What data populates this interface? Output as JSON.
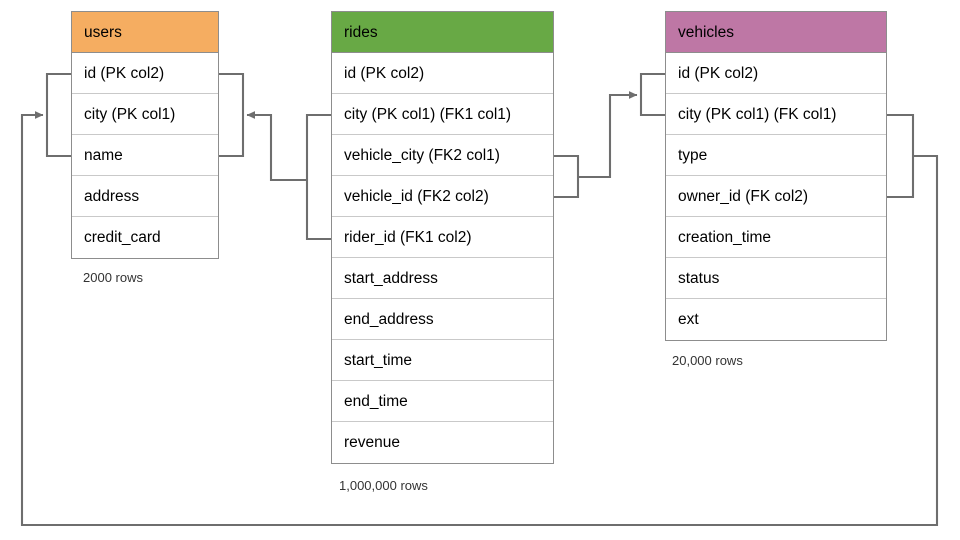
{
  "diagram": {
    "title": "database-schema-erd",
    "line_color": "#6e6e6e",
    "border_color": "#8d8d8d"
  },
  "tables": [
    {
      "key": "users",
      "name": "users",
      "header_color": "#f5ad61",
      "row_count_label": "2000 rows",
      "columns": [
        {
          "label": "id (PK col2)"
        },
        {
          "label": "city (PK col1)"
        },
        {
          "label": "name"
        },
        {
          "label": "address"
        },
        {
          "label": "credit_card"
        }
      ]
    },
    {
      "key": "rides",
      "name": "rides",
      "header_color": "#68a945",
      "row_count_label": "1,000,000 rows",
      "columns": [
        {
          "label": "id (PK col2)"
        },
        {
          "label": "city (PK col1) (FK1 col1)"
        },
        {
          "label": "vehicle_city (FK2 col1)"
        },
        {
          "label": "vehicle_id (FK2 col2)"
        },
        {
          "label": "rider_id (FK1 col2)"
        },
        {
          "label": "start_address"
        },
        {
          "label": "end_address"
        },
        {
          "label": "start_time"
        },
        {
          "label": "end_time"
        },
        {
          "label": "revenue"
        }
      ]
    },
    {
      "key": "vehicles",
      "name": "vehicles",
      "header_color": "#be77a5",
      "row_count_label": "20,000 rows",
      "columns": [
        {
          "label": "id (PK col2)"
        },
        {
          "label": "city (PK col1) (FK col1)"
        },
        {
          "label": "type"
        },
        {
          "label": "owner_id (FK col2)"
        },
        {
          "label": "creation_time"
        },
        {
          "label": "status"
        },
        {
          "label": "ext"
        }
      ]
    }
  ],
  "relationships": [
    {
      "key": "fk1-rides-to-users",
      "from_table": "rides",
      "from_columns": [
        "city (PK col1) (FK1 col1)",
        "rider_id (FK1 col2)"
      ],
      "to_table": "users",
      "to_columns": [
        "id (PK col2)",
        "city (PK col1)"
      ]
    },
    {
      "key": "fk2-rides-to-vehicles",
      "from_table": "rides",
      "from_columns": [
        "vehicle_city (FK2 col1)",
        "vehicle_id (FK2 col2)"
      ],
      "to_table": "vehicles",
      "to_columns": [
        "id (PK col2)",
        "city (PK col1) (FK col1)"
      ]
    },
    {
      "key": "fk-vehicles-to-users",
      "from_table": "vehicles",
      "from_columns": [
        "city (PK col1) (FK col1)",
        "owner_id (FK col2)"
      ],
      "to_table": "users",
      "to_columns": [
        "id (PK col2)",
        "city (PK col1)"
      ]
    }
  ]
}
